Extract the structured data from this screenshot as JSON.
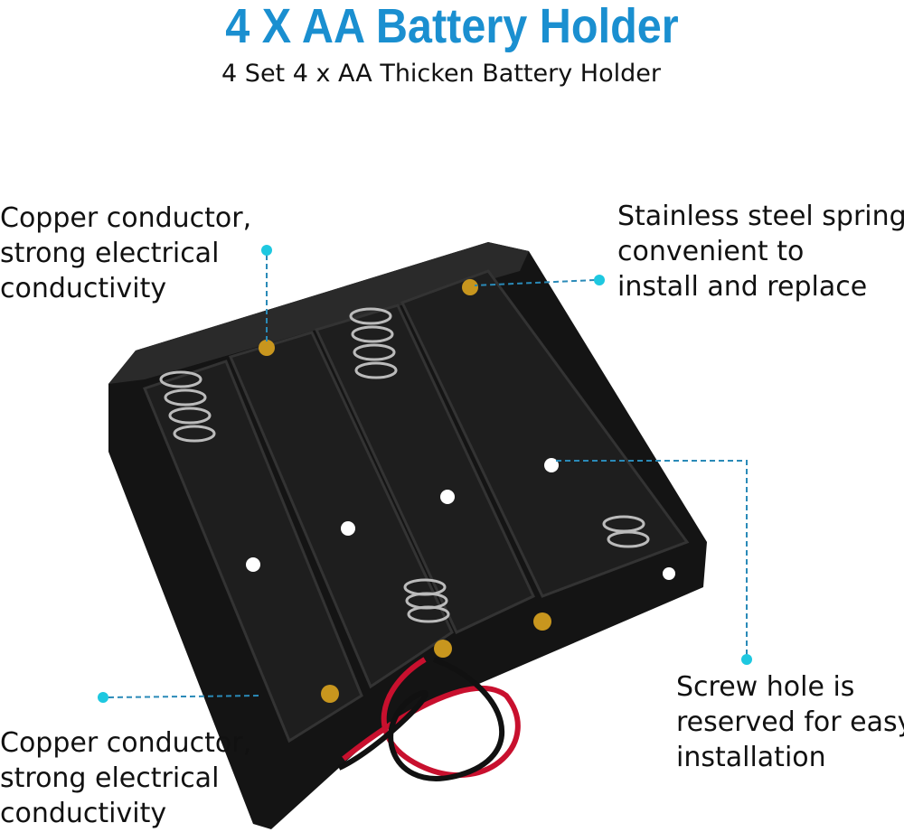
{
  "header": {
    "title": "4 X AA Battery Holder",
    "subtitle": "4 Set 4 x AA Thicken Battery Holder"
  },
  "callouts": {
    "top_left": [
      "Copper conductor,",
      "strong electrical",
      "conductivity"
    ],
    "top_right": [
      "Stainless steel spring,",
      "convenient to",
      "install and replace"
    ],
    "bottom_right": [
      "Screw hole is",
      "reserved for easy",
      "installation"
    ],
    "bottom_left": [
      "Copper conductor,",
      "strong electrical",
      "conductivity"
    ]
  },
  "colors": {
    "title": "#1a8fd0",
    "dot": "#1ec8e0",
    "leader": "#2a8ab8"
  }
}
